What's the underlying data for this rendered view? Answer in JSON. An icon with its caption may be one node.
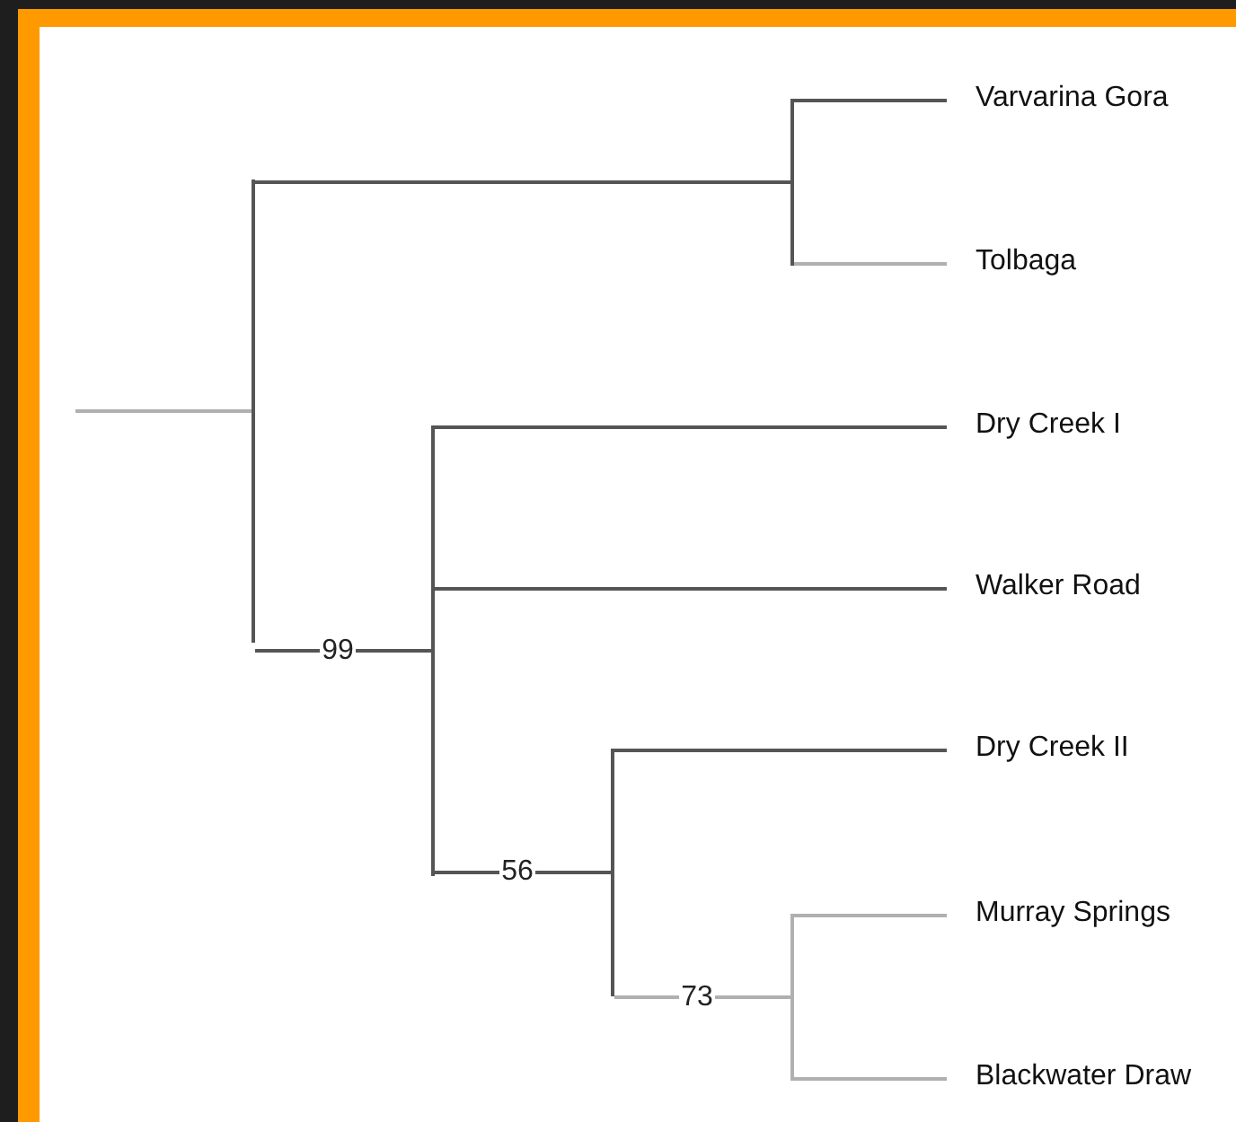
{
  "diagram": {
    "nodes": [
      {
        "text": [],
        "shape": "bar"
      },
      {
        "text": [],
        "shape": "bar"
      },
      {
        "text": [
          "Varvarina Gora"
        ]
      },
      {
        "text": [
          "Tolbaga"
        ]
      },
      {
        "text": [],
        "shape": "bar"
      },
      {
        "text": [
          "Dry Creek I"
        ]
      },
      {
        "text": [
          "Walker Road"
        ]
      },
      {
        "text": [],
        "shape": "bar"
      },
      {
        "text": [
          "Dry Creek II"
        ]
      },
      {
        "text": [],
        "shape": "bar"
      },
      {
        "text": [
          "Murray Springs"
        ]
      },
      {
        "text": [
          "Blackwater Draw"
        ]
      }
    ],
    "edges": [
      {
        "from": null,
        "to": 0,
        "arrow": "none",
        "color": "#b0b0b0"
      },
      {
        "from": 0,
        "to": 1,
        "arrow": "none"
      },
      {
        "from": 0,
        "to": 4,
        "arrow": "none",
        "label": "99"
      },
      {
        "from": 1,
        "to": 2,
        "arrow": "none"
      },
      {
        "from": 1,
        "to": 3,
        "arrow": "none",
        "color": "#b0b0b0"
      },
      {
        "from": 4,
        "to": 5,
        "arrow": "none"
      },
      {
        "from": 4,
        "to": 6,
        "arrow": "none"
      },
      {
        "from": 4,
        "to": 7,
        "arrow": "none",
        "label": "56"
      },
      {
        "from": 7,
        "to": 8,
        "arrow": "none"
      },
      {
        "from": 7,
        "to": 9,
        "arrow": "none",
        "label": "73",
        "color": "#b0b0b0"
      },
      {
        "from": 9,
        "to": 10,
        "arrow": "none",
        "color": "#b0b0b0"
      },
      {
        "from": 9,
        "to": 11,
        "arrow": "none",
        "color": "#b0b0b0"
      }
    ]
  }
}
